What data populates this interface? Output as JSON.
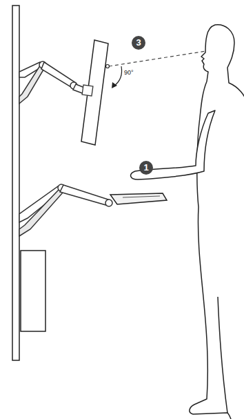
{
  "diagram": {
    "labels": [
      "3",
      "90°",
      "1"
    ]
  }
}
